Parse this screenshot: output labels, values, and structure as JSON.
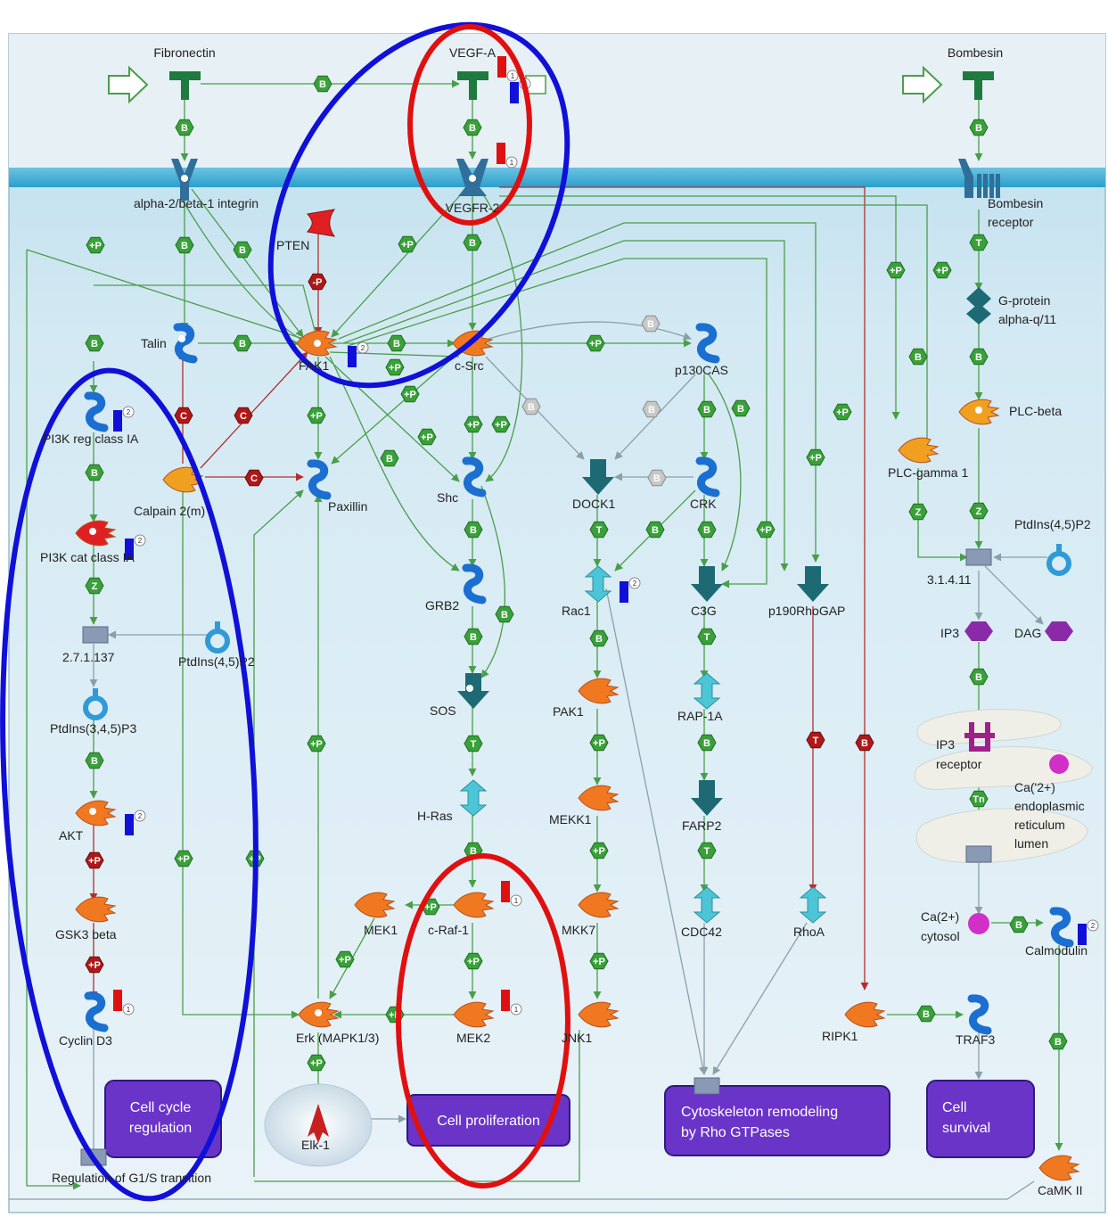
{
  "colors": {
    "extracellular": "#e4eff5",
    "membrane": "#2aa6cf",
    "cytoplasm": "#cfe6f1",
    "activation": "#4a9e4a",
    "inhibition": "#b03030",
    "protein_orange": "#f07820",
    "receptor_teal": "#1d6a75",
    "process_box": "#6a34c8",
    "annotation_blue": "#1010d8",
    "annotation_red": "#e01010"
  },
  "nodes": {
    "fibronectin": "Fibronectin",
    "vegfa": "VEGF-A",
    "bombesin": "Bombesin",
    "integrin": "alpha-2/beta-1 integrin",
    "vegfr2": "VEGFR-2",
    "bombesin_receptor_1": "Bombesin",
    "bombesin_receptor_2": "receptor",
    "pten": "PTEN",
    "gprotein_1": "G-protein",
    "gprotein_2": "alpha-q/11",
    "talin": "Talin",
    "fak1": "FAK1",
    "csrc": "c-Src",
    "p130cas": "p130CAS",
    "plcbeta": "PLC-beta",
    "pi3k_reg": "PI3K reg class IA",
    "calpain": "Calpain 2(m)",
    "paxillin": "Paxillin",
    "shc": "Shc",
    "dock1": "DOCK1",
    "crk": "CRK",
    "plcgamma": "PLC-gamma 1",
    "ptdins45p2_right": "PtdIns(4,5)P2",
    "pi3k_cat": "PI3K cat class IA",
    "grb2": "GRB2",
    "rac1": "Rac1",
    "c3g": "C3G",
    "p190rhogap": "p190RhoGAP",
    "ec31411": "3.1.4.11",
    "ip3": "IP3",
    "dag": "DAG",
    "ec27137": "2.7.1.137",
    "ptdins45p2_left": "PtdIns(4,5)P2",
    "ptdins345p3": "PtdIns(3,4,5)P3",
    "sos": "SOS",
    "pak1": "PAK1",
    "rap1a": "RAP-1A",
    "ip3r_1": "IP3",
    "ip3r_2": "receptor",
    "hras": "H-Ras",
    "mekk1": "MEKK1",
    "farp2": "FARP2",
    "ca_er_1": "Ca('2+)",
    "ca_er_2": "endoplasmic",
    "ca_er_3": "reticulum",
    "ca_er_4": "lumen",
    "akt": "AKT",
    "gsk3": "GSK3 beta",
    "mek1": "MEK1",
    "craf": "c-Raf-1",
    "mkk7": "MKK7",
    "cdc42": "CDC42",
    "rhoa": "RhoA",
    "ca_cyt_1": "Ca(2+)",
    "ca_cyt_2": "cytosol",
    "calmodulin": "Calmodulin",
    "cyclind3": "Cyclin D3",
    "erk": "Erk (MAPK1/3)",
    "mek2": "MEK2",
    "jnk1": "JNK1",
    "ripk1": "RIPK1",
    "traf3": "TRAF3",
    "elk1": "Elk-1",
    "g1s": "Regulation of G1/S transition",
    "camk2": "CaMK II"
  },
  "process_boxes": {
    "cell_cycle_1": "Cell cycle",
    "cell_cycle_2": "regulation",
    "proliferation": "Cell proliferation",
    "cytoskeleton_1": "Cytoskeleton remodeling",
    "cytoskeleton_2": "by Rho GTPases",
    "survival_1": "Cell",
    "survival_2": "survival"
  },
  "effects": {
    "binding": "B",
    "phosphorylation": "+P",
    "dephosphorylation": "-P",
    "transformation": "Z",
    "gtp": "T",
    "cleavage": "C",
    "transport": "Tn"
  },
  "marker_labels": {
    "one": "1",
    "two": "2"
  }
}
